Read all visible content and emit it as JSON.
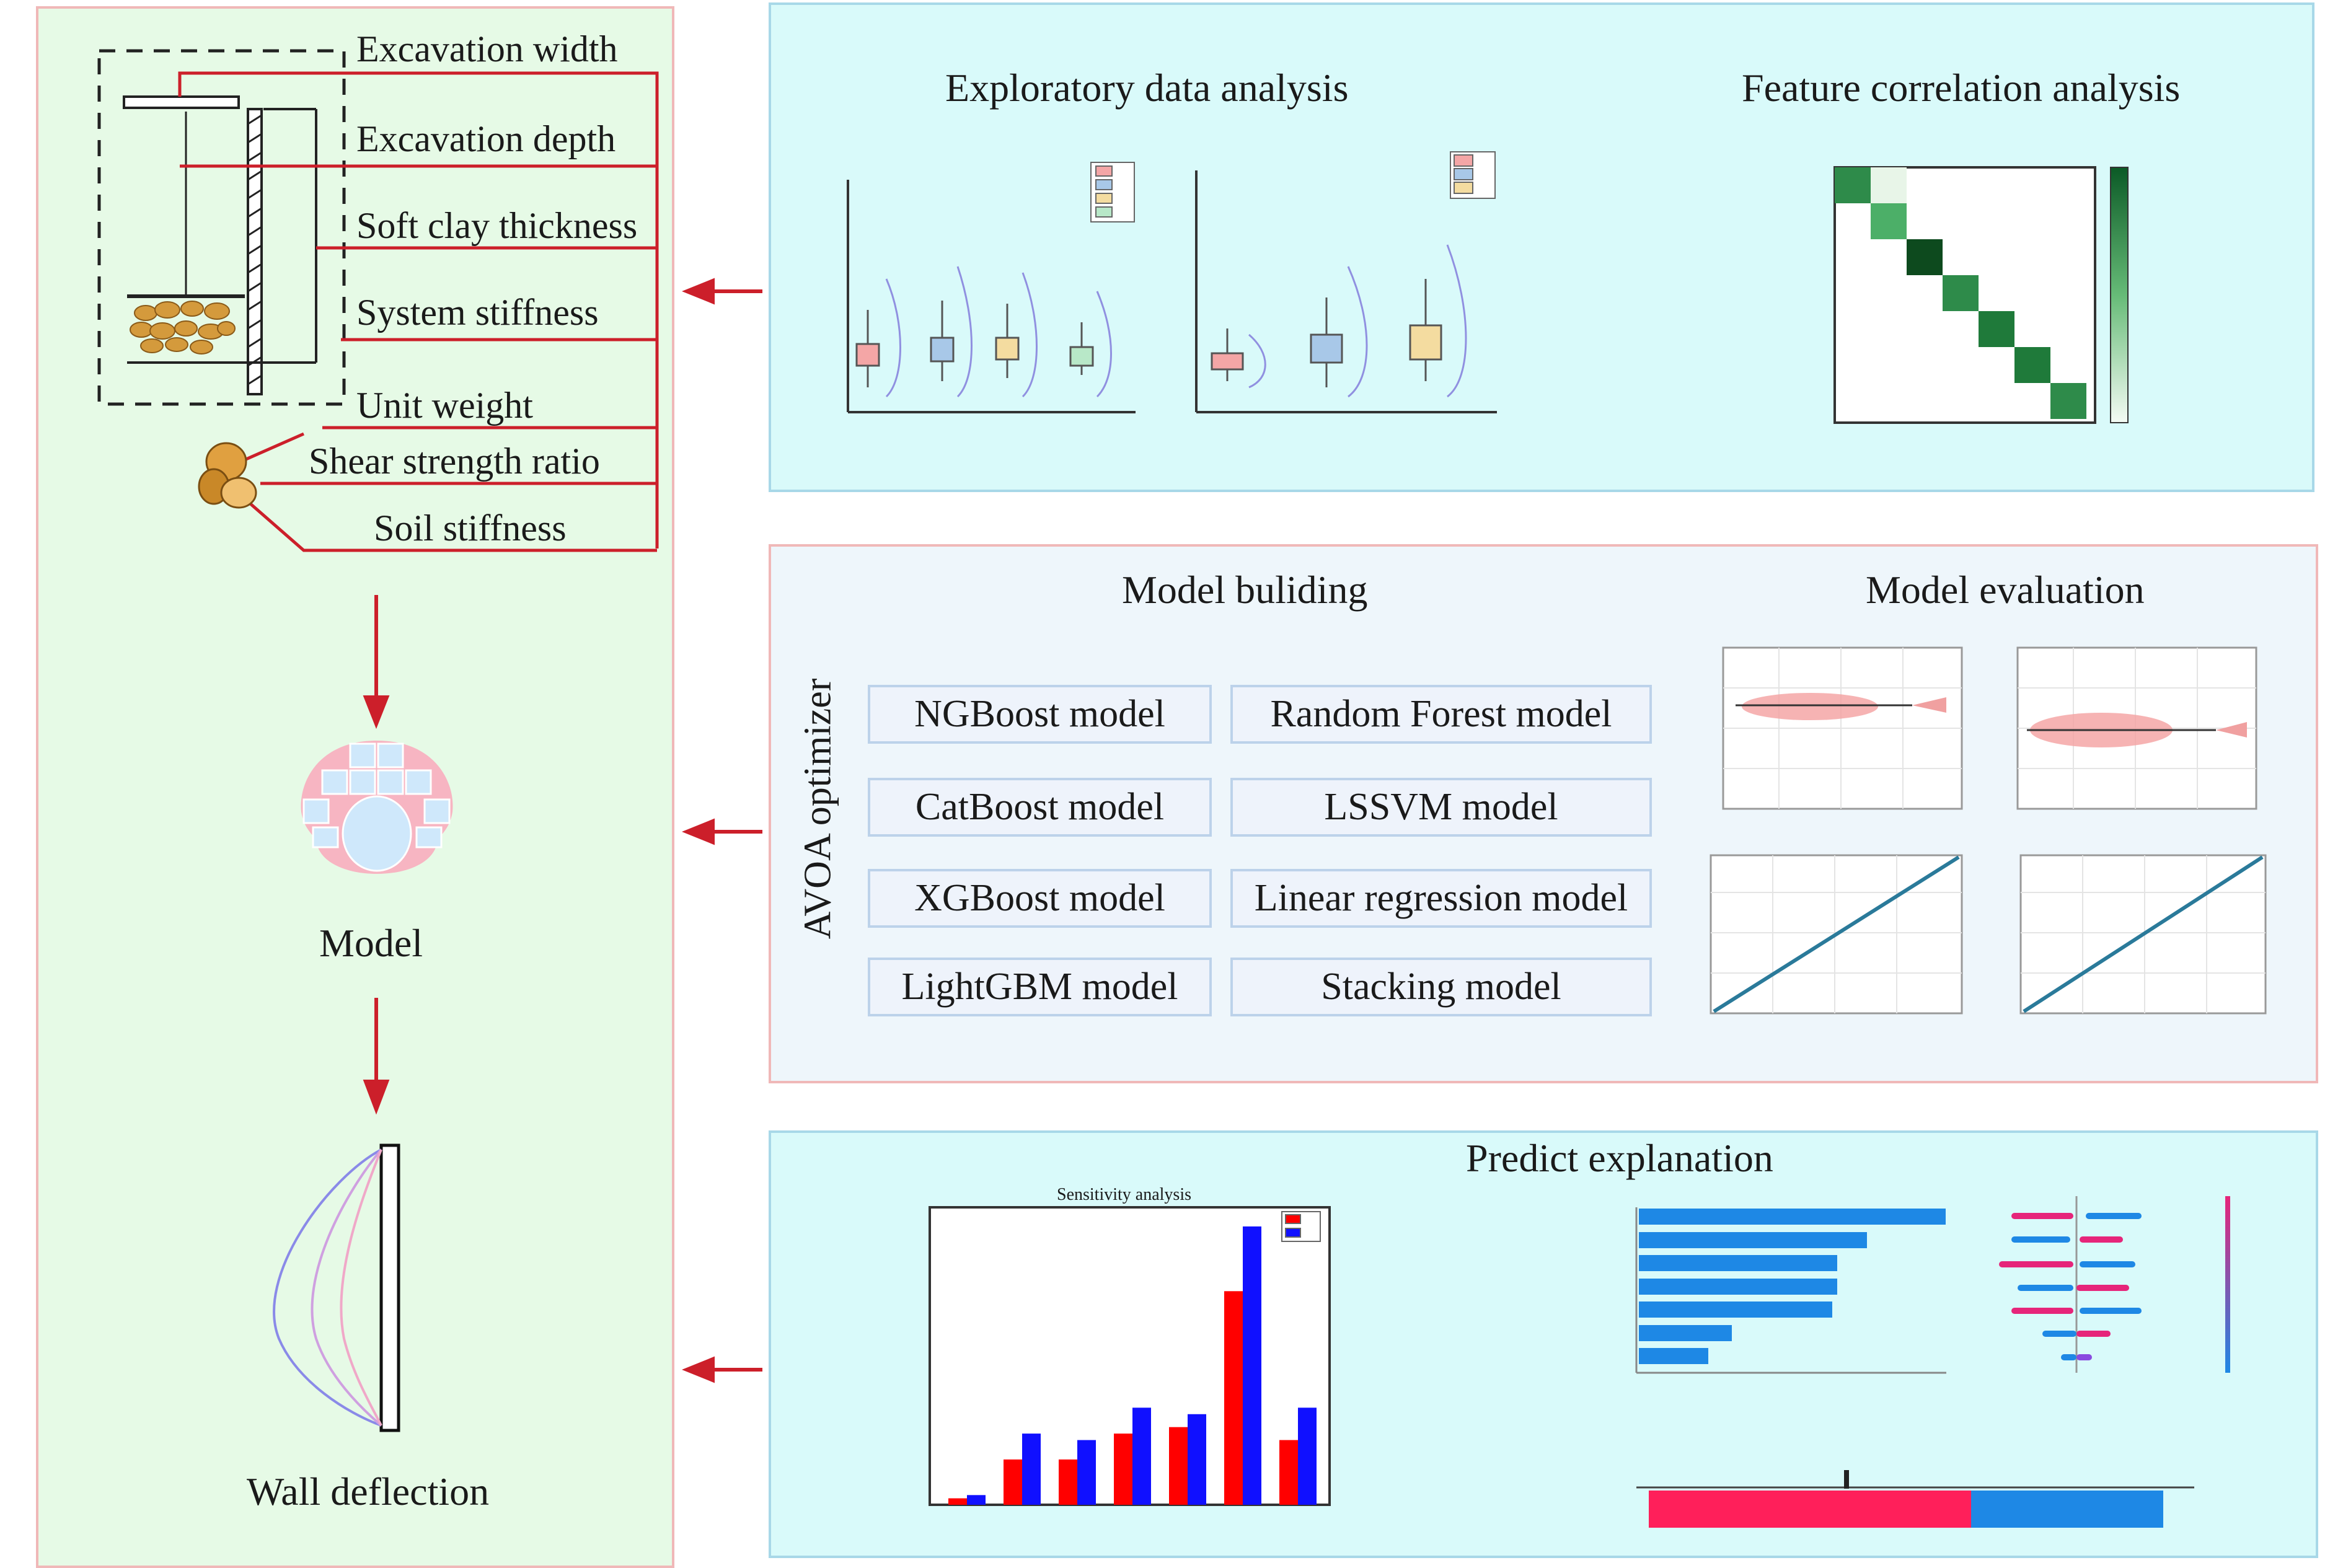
{
  "left": {
    "parameters": [
      "Excavation width",
      "Excavation depth",
      "Soft clay thickness",
      "System stiffness",
      "Unit weight",
      "Shear strength ratio",
      "Soil stiffness"
    ],
    "model_label": "Model",
    "wall_label": "Wall deflection"
  },
  "top_panel": {
    "eda_title": "Exploratory data analysis",
    "corr_title": "Feature correlation analysis"
  },
  "middle_panel": {
    "optimizer": "AVOA optimizer",
    "building_title": "Model buliding",
    "evaluation_title": "Model evaluation",
    "models": [
      "NGBoost model",
      "Random Forest model",
      "CatBoost model",
      "LSSVM model",
      "XGBoost model",
      "Linear regression model",
      "LightGBM model",
      "Stacking model"
    ]
  },
  "bottom_panel": {
    "title": "Predict explanation",
    "sensitivity_title": "Sensitivity analysis"
  },
  "chart_data": {
    "type": "bar",
    "title": "Sensitivity analysis",
    "series": [
      {
        "values": [
          0.01,
          0.07,
          0.07,
          0.11,
          0.12,
          0.33,
          0.1
        ],
        "color": "#ff0000"
      },
      {
        "values": [
          0.015,
          0.11,
          0.1,
          0.15,
          0.14,
          0.43,
          0.15
        ],
        "color": "#1010ff"
      }
    ],
    "colors": {
      "left_panel_bg": "#e6fae6",
      "top_panel_bg": "#d9fafa",
      "mid_panel_bg": "#eef6fb",
      "arrow": "#cc1f2a"
    }
  }
}
